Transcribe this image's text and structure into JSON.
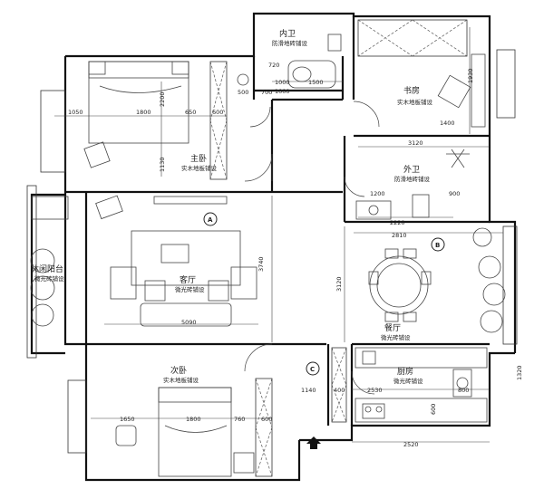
{
  "rooms": [
    {
      "id": "bath-inner",
      "name": "内卫",
      "floor": "防滑地砖铺设"
    },
    {
      "id": "study",
      "name": "书房",
      "floor": "实木地板铺设"
    },
    {
      "id": "master-bedroom",
      "name": "主卧",
      "floor": "实木地板铺设"
    },
    {
      "id": "bath-outer",
      "name": "外卫",
      "floor": "防滑地砖铺设"
    },
    {
      "id": "living",
      "name": "客厅",
      "floor": "微光砖铺设"
    },
    {
      "id": "balcony",
      "name": "休闲阳台",
      "floor": "微光砖铺设"
    },
    {
      "id": "dining",
      "name": "餐厅",
      "floor": "微光砖铺设"
    },
    {
      "id": "bedroom2",
      "name": "次卧",
      "floor": "实木地板铺设"
    },
    {
      "id": "kitchen",
      "name": "厨房",
      "floor": "微光砖铺设"
    }
  ],
  "markers": [
    "A",
    "B",
    "C"
  ],
  "dimensions": [
    "720",
    "500",
    "700",
    "1000",
    "1500",
    "1000",
    "1050",
    "1800",
    "650",
    "600",
    "2200",
    "1130",
    "1930",
    "1400",
    "3120",
    "1200",
    "900",
    "2220",
    "2810",
    "3740",
    "3120",
    "5090",
    "1650",
    "1800",
    "760",
    "600",
    "1140",
    "400",
    "2530",
    "600",
    "800",
    "2520",
    "1320"
  ]
}
